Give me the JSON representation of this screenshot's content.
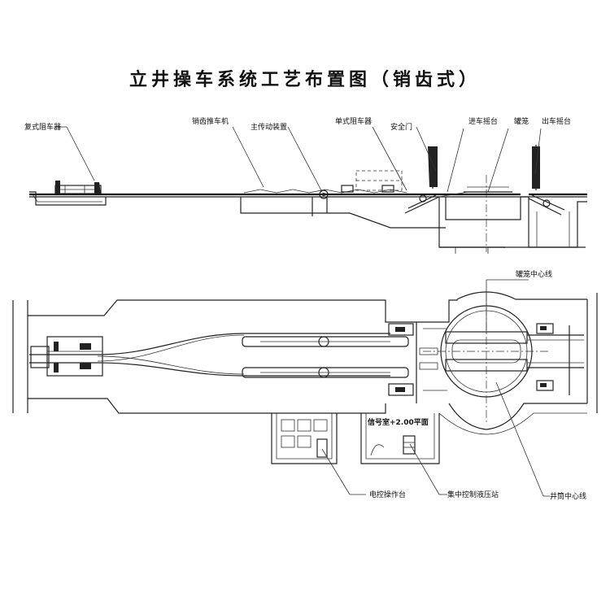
{
  "title": "立井操车系统工艺布置图（销齿式）",
  "labels": {
    "double_stopper": "复式阻车器",
    "pin_tooth_pusher": "销齿推车机",
    "main_drive": "主传动装置",
    "single_stopper": "单式阻车器",
    "safety_door": "安全门",
    "entry_platform": "进车摇台",
    "cage": "罐笼",
    "exit_platform": "出车摇台",
    "cage_centerline": "罐笼中心线",
    "signal_room": "信号室+2.00平面",
    "control_console": "电控操作台",
    "hydraulic_station": "集中控制液压站",
    "shaft_centerline": "井筒中心线"
  }
}
